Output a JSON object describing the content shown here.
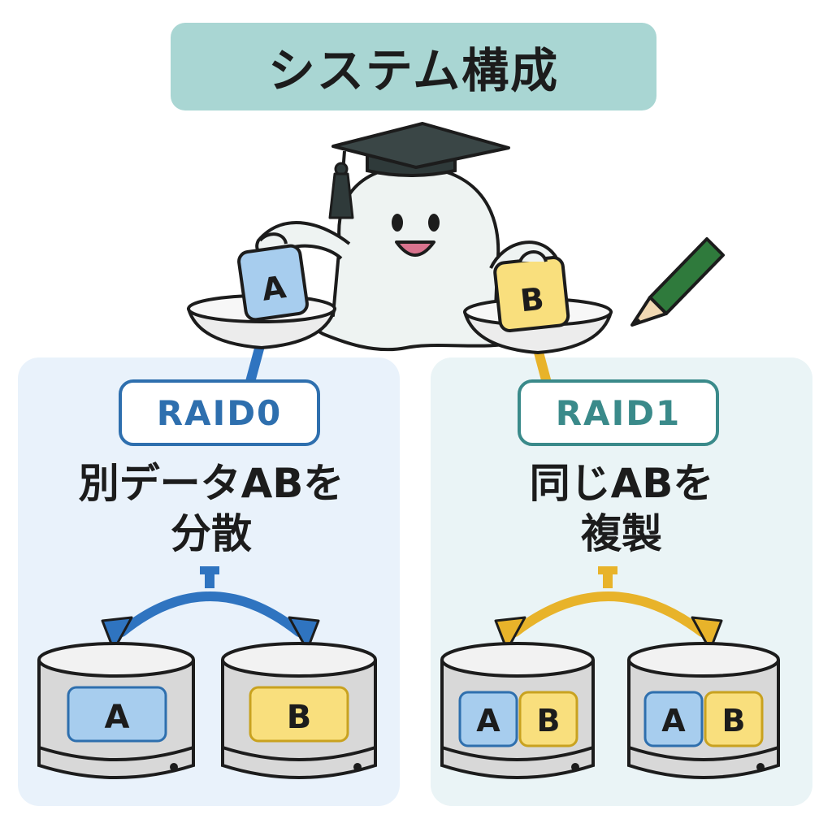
{
  "title": "システム構成",
  "colors": {
    "banner": "#a9d6d3",
    "raid0_accent": "#2e6fae",
    "raid1_accent": "#3a8a8a",
    "arrow_blue": "#2f74c0",
    "arrow_yellow": "#e8b32a",
    "block_a": "#a7cdee",
    "block_b": "#f9df7d"
  },
  "scale_cards": {
    "left_label": "A",
    "right_label": "B"
  },
  "raid0": {
    "badge": "RAID0",
    "description_line1": "別データABを",
    "description_line2": "分散",
    "disk_left": "A",
    "disk_right": "B"
  },
  "raid1": {
    "badge": "RAID1",
    "description_line1": "同じABを",
    "description_line2": "複製",
    "disk_left_a": "A",
    "disk_left_b": "B",
    "disk_right_a": "A",
    "disk_right_b": "B"
  }
}
